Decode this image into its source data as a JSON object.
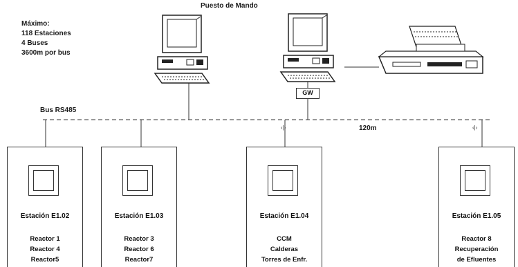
{
  "title": "Puesto de Mando",
  "limits": [
    "Máximo:",
    "118 Estaciones",
    "4 Buses",
    "3600m por bus"
  ],
  "bus_label": "Bus RS485",
  "distance_label": "120m",
  "gateway_label": "GW",
  "stations": [
    {
      "name": "Estación E1.02",
      "lines": [
        "Reactor 1",
        "Reactor 4",
        "Reactor5"
      ]
    },
    {
      "name": "Estación E1.03",
      "lines": [
        "Reactor 3",
        "Reactor 6",
        "Reactor7"
      ]
    },
    {
      "name": "Estación E1.04",
      "lines": [
        "CCM",
        "Calderas",
        "Torres de Enfr."
      ]
    },
    {
      "name": "Estación E1.05",
      "lines": [
        "Reactor 8",
        "Recuperación",
        "de Efluentes"
      ]
    }
  ]
}
